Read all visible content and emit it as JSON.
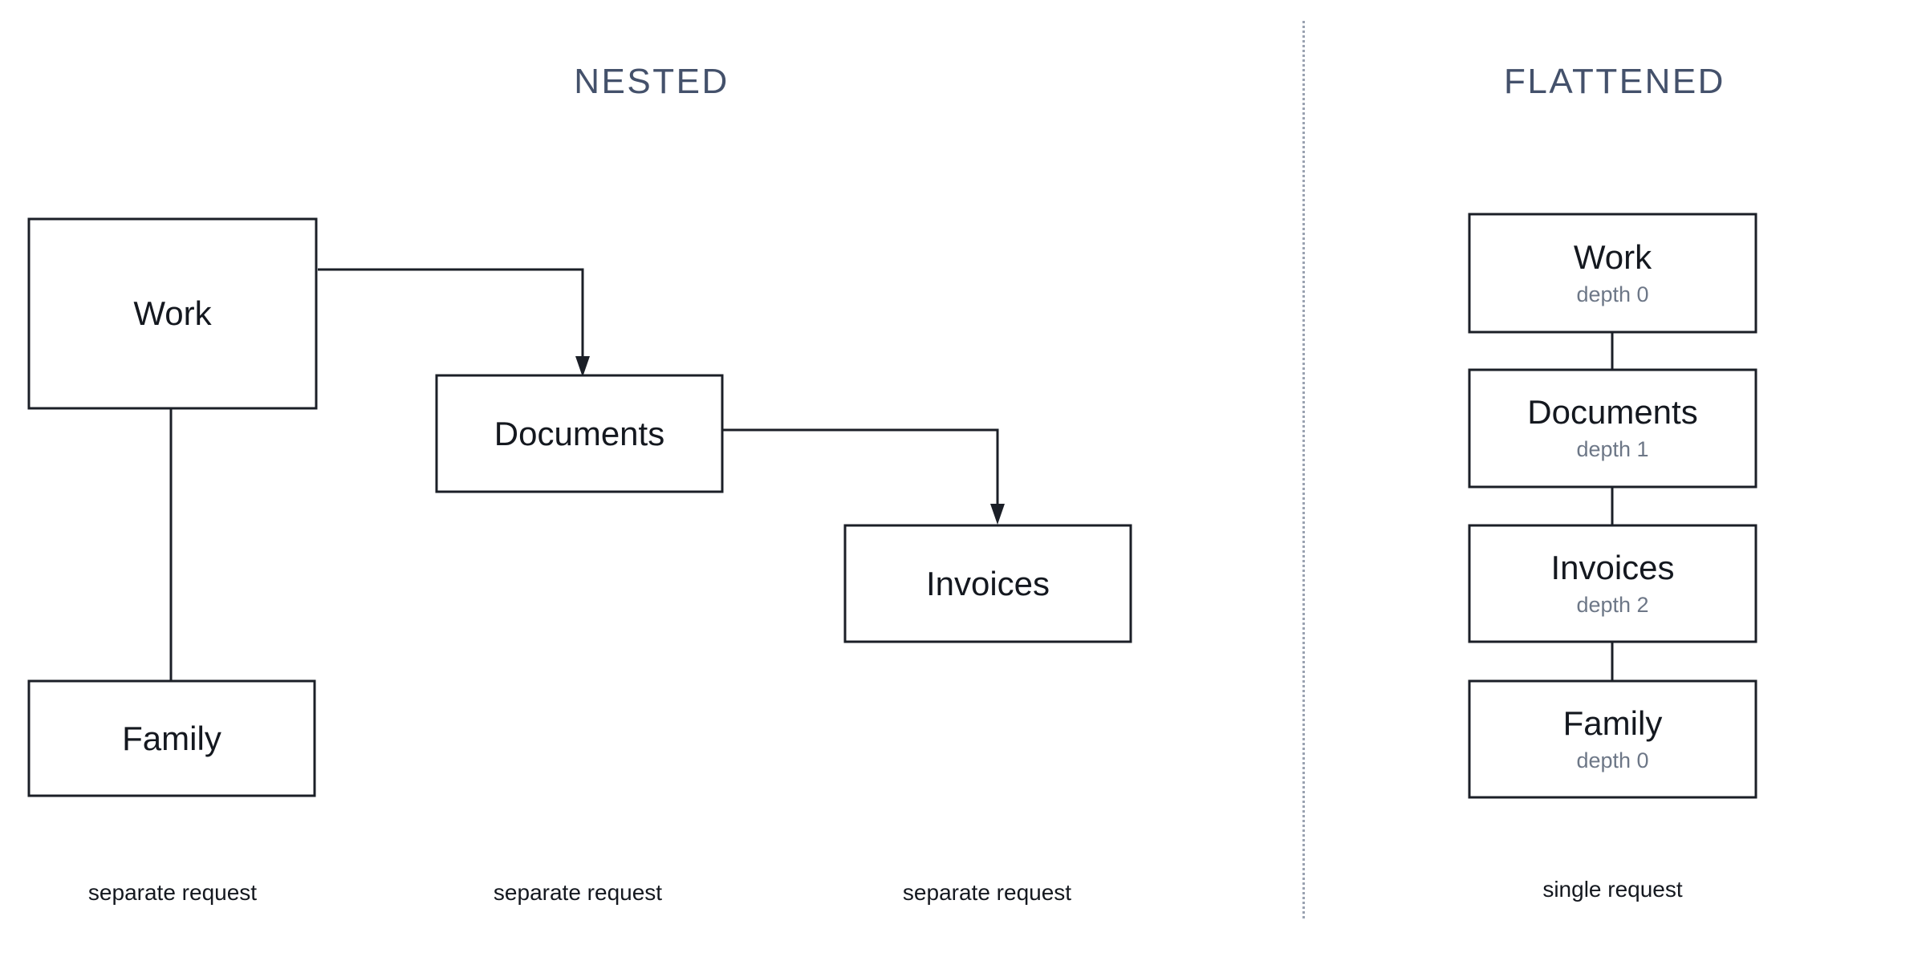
{
  "figure": {
    "background_color": "#ffffff",
    "box_stroke_color": "#1b1f27",
    "title_color": "#44516b",
    "subtitle_color": "#6d7787",
    "divider_color": "#9aa2b1",
    "divider_style": "dotted-vertical"
  },
  "nested": {
    "title": "NESTED",
    "nodes": [
      {
        "id": "work",
        "label": "Work"
      },
      {
        "id": "documents",
        "label": "Documents"
      },
      {
        "id": "invoices",
        "label": "Invoices"
      },
      {
        "id": "family",
        "label": "Family"
      }
    ],
    "edges": [
      {
        "from": "work",
        "to": "documents",
        "arrow": true
      },
      {
        "from": "documents",
        "to": "invoices",
        "arrow": true
      },
      {
        "from": "work",
        "to": "family",
        "arrow": false
      }
    ],
    "captions": [
      "separate request",
      "separate request",
      "separate request"
    ]
  },
  "flattened": {
    "title": "FLATTENED",
    "nodes": [
      {
        "id": "work",
        "label": "Work",
        "subtitle": "depth 0"
      },
      {
        "id": "documents",
        "label": "Documents",
        "subtitle": "depth 1"
      },
      {
        "id": "invoices",
        "label": "Invoices",
        "subtitle": "depth 2"
      },
      {
        "id": "family",
        "label": "Family",
        "subtitle": "depth 0"
      }
    ],
    "caption": "single request"
  }
}
